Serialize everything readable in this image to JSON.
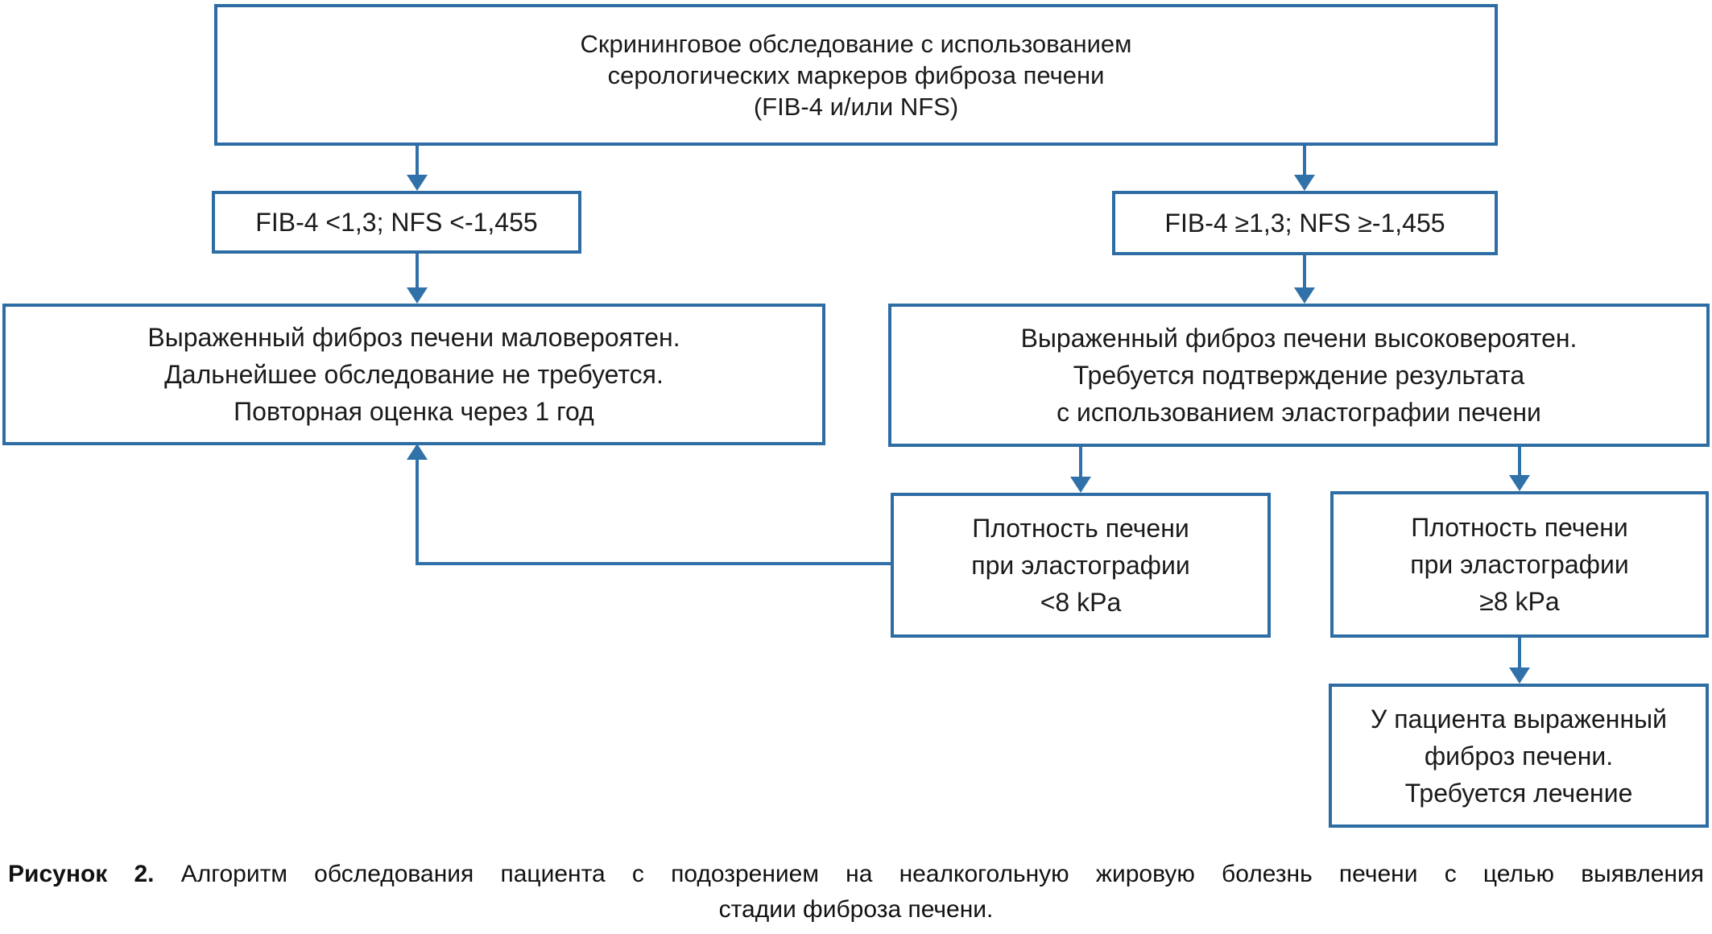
{
  "figure": {
    "box_border_color": "#2e6da4",
    "arrow_color": "#3071a9",
    "background_color": "#ffffff"
  },
  "nodes": {
    "screening": {
      "line1": "Скрининговое обследование с использованием",
      "line2": "серологических маркеров фиброза печени",
      "line3": "(FIB-4 и/или NFS)"
    },
    "fib4_low": {
      "line1": "FIB-4 <1,3; NFS <-1,455"
    },
    "fib4_high": {
      "line1": "FIB-4 ≥1,3; NFS ≥-1,455"
    },
    "low_risk": {
      "line1": "Выраженный фиброз печени маловероятен.",
      "line2": "Дальнейшее обследование не требуется.",
      "line3": "Повторная оценка через 1 год"
    },
    "high_risk": {
      "line1": "Выраженный фиброз печени высоковероятен.",
      "line2": "Требуется подтверждение результата",
      "line3": "с использованием эластографии печени"
    },
    "elasto_low": {
      "line1": "Плотность печени",
      "line2": "при эластографии",
      "line3": "<8 kPa"
    },
    "elasto_high": {
      "line1": "Плотность печени",
      "line2": "при эластографии",
      "line3": "≥8 kPa"
    },
    "treatment": {
      "line1": "У пациента выраженный",
      "line2": "фиброз печени.",
      "line3": "Требуется лечение"
    }
  },
  "caption": {
    "label": "Рисунок 2.",
    "line1": "Алгоритм обследования пациента с подозрением на неалкогольную жировую болезнь печени с целью выявления",
    "line2": "стадии фиброза печени."
  }
}
